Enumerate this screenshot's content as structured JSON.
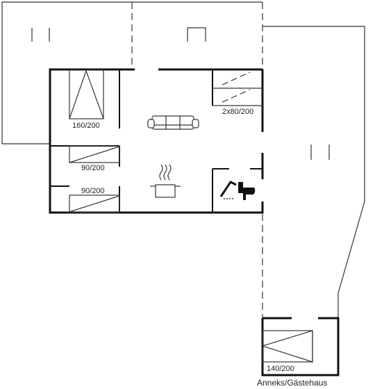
{
  "plan": {
    "beds": {
      "main_bed": "160/200",
      "single_bed_1": "90/200",
      "single_bed_2": "90/200",
      "bunk_bed": "2x80/200",
      "annex_bed": "140/200"
    },
    "annex_caption": "Anneks/Gästehaus",
    "icons": [
      "sofa-icon",
      "cooking-pot-icon",
      "shower-icon",
      "toilet-icon"
    ]
  },
  "colors": {
    "wall": "#111111",
    "line": "#333333",
    "background": "#ffffff"
  }
}
